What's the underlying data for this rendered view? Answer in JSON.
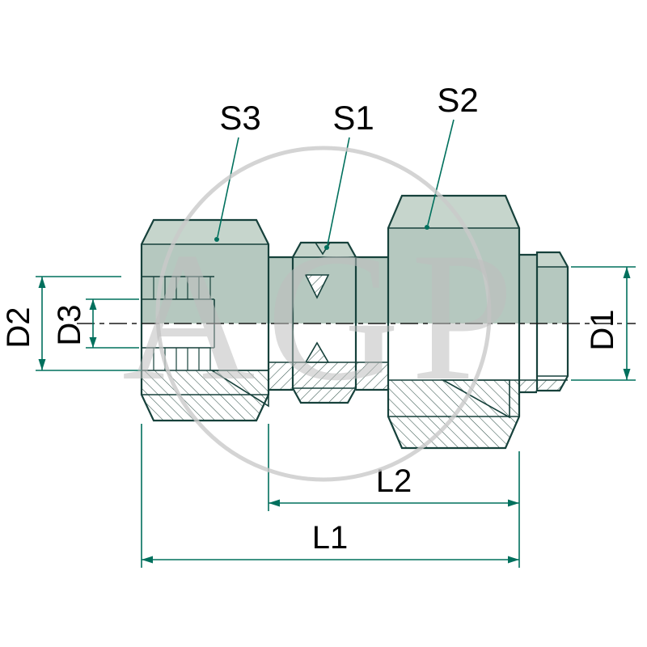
{
  "figure": {
    "watermark": {
      "text": "AGP"
    },
    "callouts": {
      "s1": "S1",
      "s2": "S2",
      "s3": "S3"
    },
    "dimensions": {
      "d1": "D1",
      "d2": "D2",
      "d3": "D3",
      "l1": "L1",
      "l2": "L2"
    },
    "colors": {
      "background": "#ffffff",
      "body_fill": "#b5c8bf",
      "facet_band": "#c6d5cc",
      "outline": "#16413b",
      "dimension_line": "#00705d",
      "label_text": "#000000",
      "watermark_gray": "#c9c9c9"
    }
  }
}
